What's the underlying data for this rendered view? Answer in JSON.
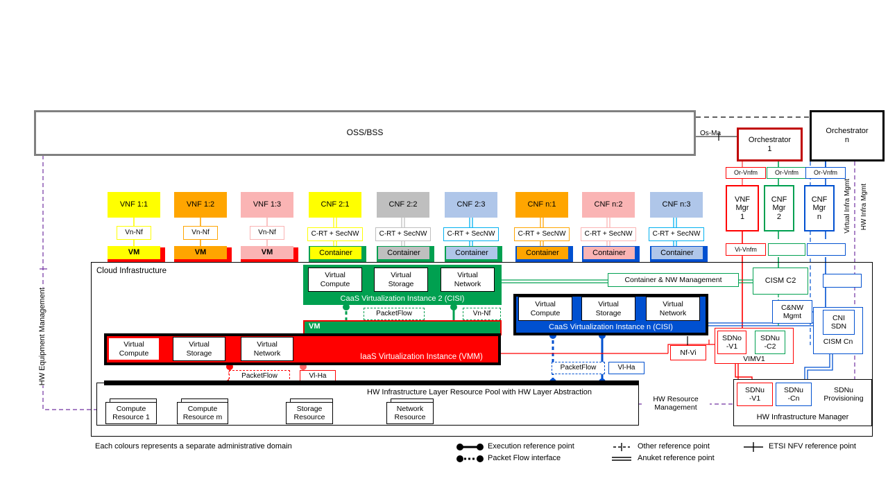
{
  "diagram": {
    "title_note": "Each colours represents a separate administrative domain",
    "colors": {
      "red": "#FF0000",
      "darkred": "#C00000",
      "green": "#00A050",
      "blue": "#0050D0",
      "yellow": "#FFFF00",
      "orange": "#FFA500",
      "pink": "#FAB4B4",
      "grey": "#BFBFBF",
      "lightblue": "#AFC6E9",
      "purple": "#7030A0",
      "framegrey": "#808080",
      "cyan": "#00B0F0"
    }
  },
  "ossbss": {
    "label": "OSS/BSS"
  },
  "reference_points": {
    "os_ma": "Os-Ma",
    "or_vnfm": "Or-Vnfm",
    "vi_vnfm": "Vi-Vnfm",
    "nf_vi": "Nf-Vi",
    "vn_nf": "Vn-Nf",
    "vl_ha": "Vl-Ha",
    "packetflow": "PacketFlow",
    "c_rt_secnw": "C-RT + SecNW",
    "virtual_infra_mgmt": "Virtual Infra Mgmt",
    "hw_infra_mgmt": "HW Infra Mgmt",
    "hw_equipment_management": "HW Equipment Management",
    "hw_resource_management": "HW Resource\nManagement"
  },
  "orchestrators": [
    {
      "label": "Orchestrator\n1",
      "color": "#C00000"
    },
    {
      "label": "Orchestrator\nn",
      "color": "#000000"
    }
  ],
  "managers": [
    {
      "label": "VNF\nMgr\n1",
      "color": "#FF0000"
    },
    {
      "label": "CNF\nMgr\n2",
      "color": "#00A050"
    },
    {
      "label": "CNF\nMgr\nn",
      "color": "#0050D0"
    }
  ],
  "vnfs": [
    {
      "label": "VNF 1:1",
      "fill": "#FFFF00",
      "rp": "Vn-Nf",
      "runtime": "VM"
    },
    {
      "label": "VNF 1:2",
      "fill": "#FFA500",
      "rp": "Vn-Nf",
      "runtime": "VM"
    },
    {
      "label": "VNF 1:3",
      "fill": "#FAB4B4",
      "rp": "Vn-Nf",
      "runtime": "VM"
    }
  ],
  "cnfs": [
    {
      "label": "CNF 2:1",
      "fill": "#FFFF00",
      "rp": "C-RT + SecNW",
      "runtime": "Container",
      "domain": "green"
    },
    {
      "label": "CNF 2:2",
      "fill": "#BFBFBF",
      "rp": "C-RT + SecNW",
      "runtime": "Container",
      "domain": "green"
    },
    {
      "label": "CNF 2:3",
      "fill": "#AFC6E9",
      "rp": "C-RT + SecNW",
      "runtime": "Container",
      "domain": "green"
    },
    {
      "label": "CNF n:1",
      "fill": "#FFA500",
      "rp": "C-RT + SecNW",
      "runtime": "Container",
      "domain": "blue"
    },
    {
      "label": "CNF n:2",
      "fill": "#FAB4B4",
      "rp": "C-RT + SecNW",
      "runtime": "Container",
      "domain": "blue"
    },
    {
      "label": "CNF n:3",
      "fill": "#AFC6E9",
      "rp": "C-RT + SecNW",
      "runtime": "Container",
      "domain": "blue"
    }
  ],
  "cloud_infrastructure": {
    "label": "Cloud Infrastructure"
  },
  "cisi2": {
    "title": "CaaS Virtualization Instance 2 (CISI)",
    "resources": [
      "Virtual\nCompute",
      "Virtual\nStorage",
      "Virtual\nNetwork"
    ],
    "vm": "VM",
    "links": [
      "PacketFlow",
      "Vn-Nf"
    ]
  },
  "cisin": {
    "title": "CaaS Virtualization Instance n (CISI)",
    "resources": [
      "Virtual\nCompute",
      "Virtual\nStorage",
      "Virtual\nNetwork"
    ],
    "links": [
      "PacketFlow",
      "Vl-Ha"
    ]
  },
  "vmm": {
    "title": "IaaS Virtualization Instance (VMM)",
    "resources": [
      "Virtual\nCompute",
      "Virtual\nStorage",
      "Virtual\nNetwork"
    ],
    "links": [
      "PacketFlow",
      "Vl-Ha"
    ]
  },
  "hw_pool": {
    "title": "HW Infrastructure Layer Resource Pool with HW Layer Abstraction",
    "resources": [
      "Compute\nResource 1",
      "Compute\nResource m",
      "Storage\nResource",
      "Network\nResource"
    ]
  },
  "management": {
    "container_nw_management": "Container & NW Management",
    "cism_c2": "CISM C2",
    "cism_cn": "CISM Cn",
    "cni_sdn": "CNI\nSDN",
    "cnw_mgmt": "C&NW\nMgmt",
    "vimv1": "VIMV1",
    "sdno_v1": "SDNo\n-V1",
    "sdnu_c2": "SDNu\n-C2",
    "hw_infrastructure_manager": "HW Infrastructure Manager",
    "sdnu_v1": "SDNu\n-V1",
    "sdnu_cn": "SDNu\n-Cn",
    "sdnu_provisioning": "SDNu\nProvisioning"
  },
  "legend": [
    {
      "marker": "execution-reference-point-marker",
      "label": "Execution reference point"
    },
    {
      "marker": "packet-flow-interface-marker",
      "label": "Packet Flow interface"
    },
    {
      "marker": "other-reference-point-marker",
      "label": "Other reference point"
    },
    {
      "marker": "anuket-reference-point-marker",
      "label": "Anuket  reference point"
    },
    {
      "marker": "etsi-nfv-reference-point-marker",
      "label": "ETSI NFV reference point"
    }
  ]
}
